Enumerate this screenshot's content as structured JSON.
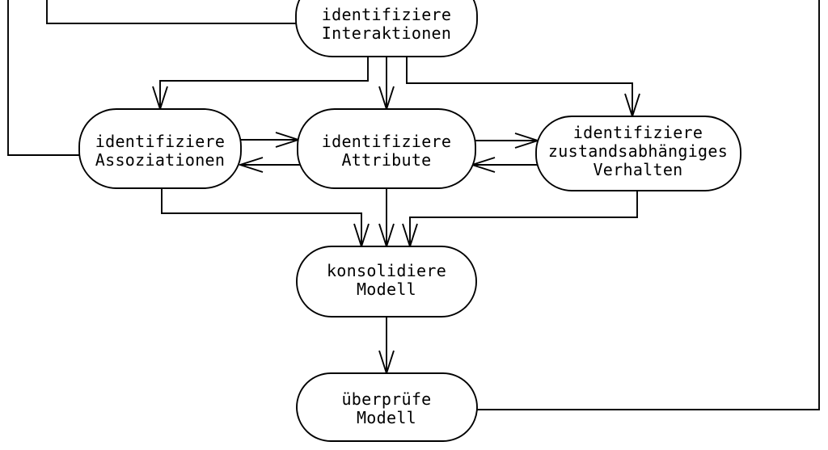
{
  "diagram": {
    "kind": "process-flowchart",
    "language": "de",
    "colors": {
      "background": "#ffffff",
      "line": "#000000",
      "node_fill": "#ffffff",
      "text": "#000000"
    },
    "nodes": {
      "interaktionen": {
        "lines": [
          "identifiziere",
          "Interaktionen"
        ]
      },
      "assoziationen": {
        "lines": [
          "identifiziere",
          "Assoziationen"
        ]
      },
      "attribute": {
        "lines": [
          "identifiziere",
          "Attribute"
        ]
      },
      "verhalten": {
        "lines": [
          "identifiziere",
          "zustandsabhängiges",
          "Verhalten"
        ]
      },
      "konsolidiere": {
        "lines": [
          "konsolidiere",
          "Modell"
        ]
      },
      "ueberpruefe": {
        "lines": [
          "überprüfe",
          "Modell"
        ]
      }
    }
  }
}
